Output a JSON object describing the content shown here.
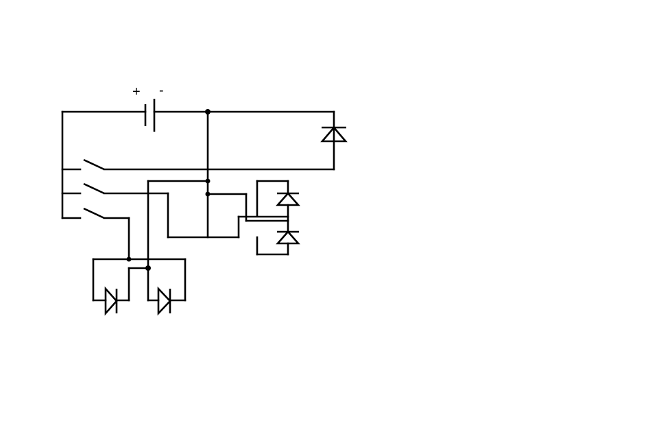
{
  "diagram": {
    "battery": {
      "plus_label": "+",
      "minus_label": "-"
    },
    "colors": {
      "background": "#ffffff",
      "ink": "#000000"
    },
    "components": {
      "switches": 3,
      "diodes": 5,
      "batteries": 1
    }
  }
}
